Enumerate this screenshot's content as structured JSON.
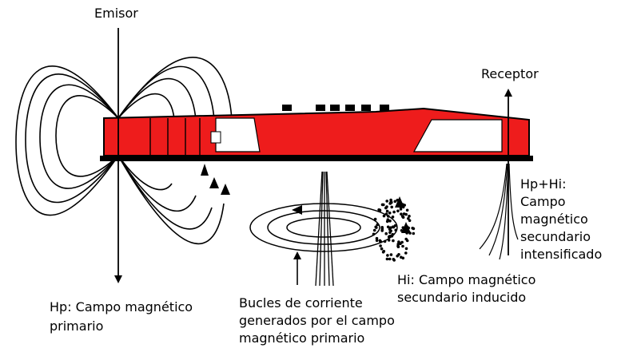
{
  "labels": {
    "emitter": "Emisor",
    "receiver": "Receptor",
    "primary_field": [
      "Hp: Campo magnético",
      "primario"
    ],
    "current_loops": [
      "Bucles de corriente",
      "generados por el campo",
      "magnético primario"
    ],
    "induced_field": [
      "Hi: Campo magnético",
      "secundario inducido"
    ],
    "enhanced_field": [
      "Hp+Hi:",
      "Campo",
      "magnético",
      "secundario",
      "intensificado"
    ]
  },
  "colors": {
    "instrument_body": "#ee1c1c",
    "line": "#000000",
    "background": "#ffffff"
  }
}
